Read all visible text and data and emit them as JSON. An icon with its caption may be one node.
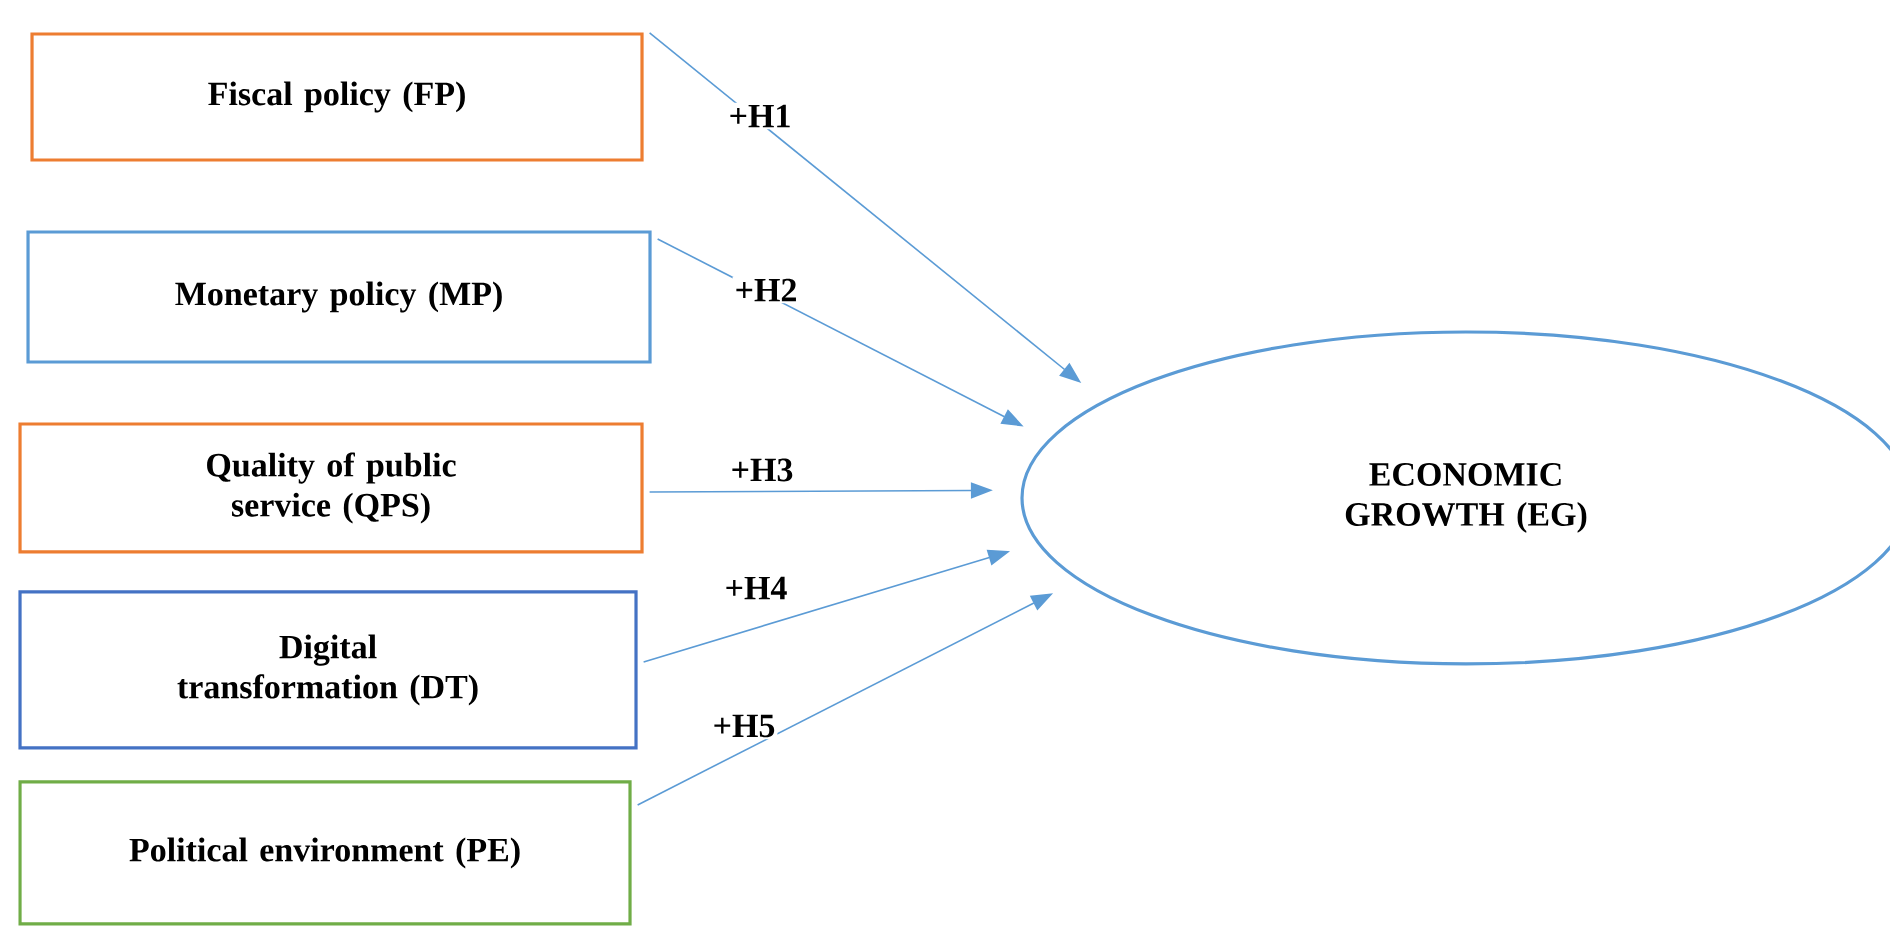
{
  "diagram": {
    "nodes": [
      {
        "text": [
          "Fiscal policy (FP)"
        ]
      },
      {
        "text": [
          "Monetary policy (MP)"
        ]
      },
      {
        "text": [
          "Quality of public service (QPS)"
        ]
      },
      {
        "text": [
          "Digital transformation (DT)"
        ]
      },
      {
        "text": [
          "Political environment (PE)"
        ]
      },
      {
        "text": [
          "ECONOMIC GROWTH (EG)"
        ]
      }
    ],
    "edges": [
      {
        "from": 0,
        "to": 5,
        "arrow": "to",
        "label": "+H1"
      },
      {
        "from": 1,
        "to": 5,
        "arrow": "to",
        "label": "+H2"
      },
      {
        "from": 2,
        "to": 5,
        "arrow": "to",
        "label": "+H3"
      },
      {
        "from": 3,
        "to": 5,
        "arrow": "to",
        "label": "+H4"
      },
      {
        "from": 4,
        "to": 5,
        "arrow": "to",
        "label": "+H5"
      }
    ]
  }
}
